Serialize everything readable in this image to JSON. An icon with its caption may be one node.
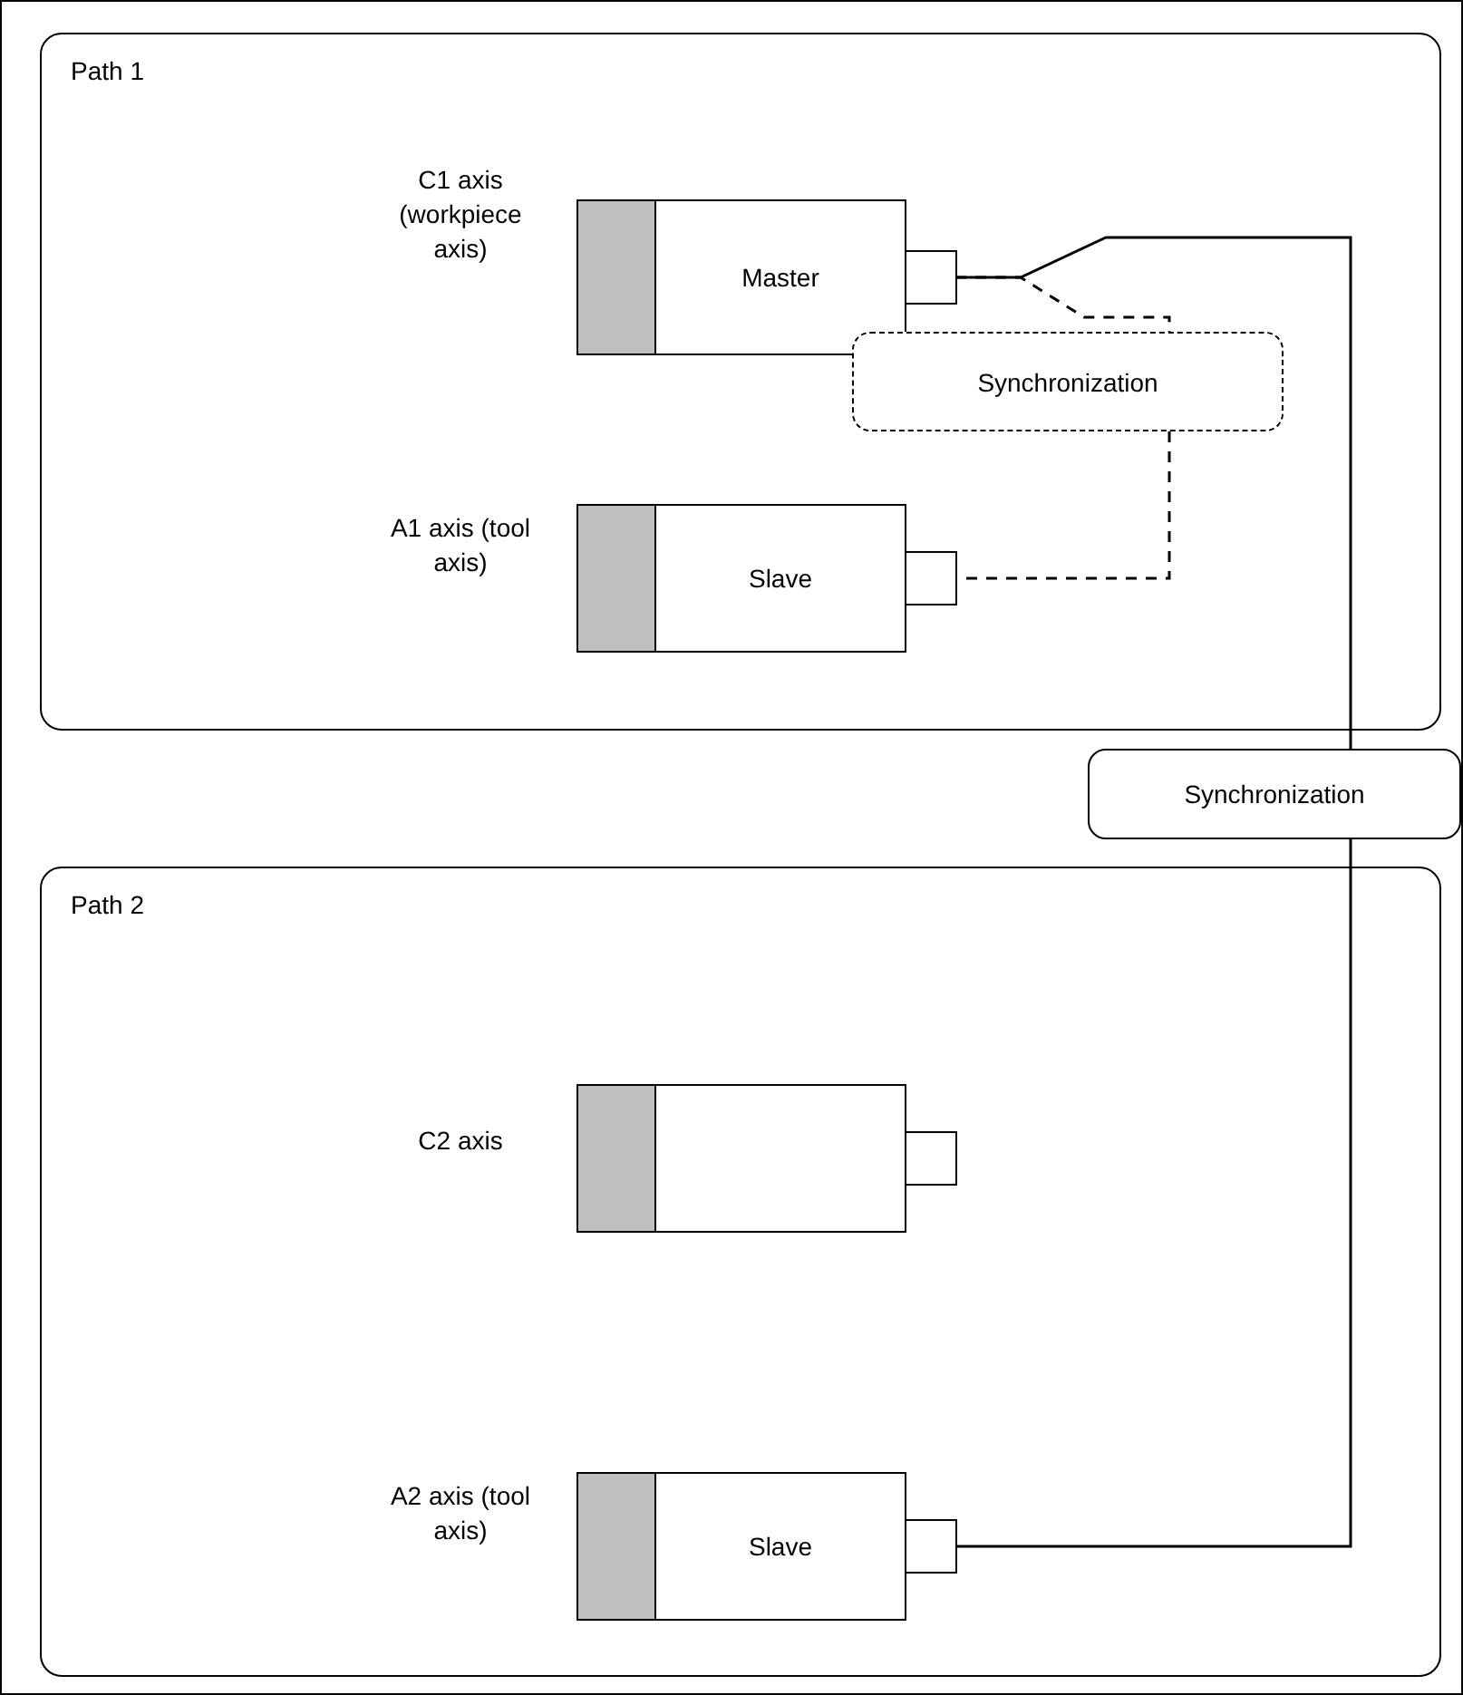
{
  "diagram": {
    "nodes": [
      {
        "text": [
          "Path 1"
        ]
      },
      {
        "text": [
          "Master"
        ],
        "beside": [
          "C1 axis (workpiece axis)"
        ],
        "in": 0
      },
      {
        "text": [
          "Synchronization"
        ],
        "in": 0
      },
      {
        "text": [
          "Slave"
        ],
        "beside": [
          "A1 axis (tool axis)"
        ],
        "in": 0
      },
      {
        "text": [
          "Synchronization"
        ]
      },
      {
        "text": [
          "Path 2"
        ]
      },
      {
        "text": [],
        "shape": "box",
        "beside": [
          "C2 axis"
        ],
        "in": 5
      },
      {
        "text": [
          "Slave"
        ],
        "beside": [
          "A2 axis (tool axis)"
        ],
        "in": 5
      }
    ],
    "edges": [
      {
        "from": 1,
        "to": 2,
        "arrow": "none",
        "style": "dashed"
      },
      {
        "from": 2,
        "to": 3,
        "arrow": "none",
        "style": "dashed"
      },
      {
        "from": 1,
        "to": 4,
        "arrow": "none"
      },
      {
        "from": 4,
        "to": 7,
        "arrow": "none"
      }
    ]
  }
}
